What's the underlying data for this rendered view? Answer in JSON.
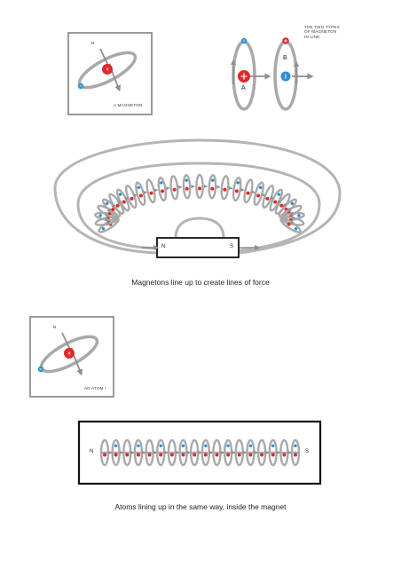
{
  "panel_magneton": {
    "label": "A MAGNETON",
    "axis_letter": "N"
  },
  "panel_types": {
    "note": [
      "THE TWO TYPES",
      "OF MAGNETON",
      "IN LINE"
    ],
    "label_a": "A",
    "label_b": "B"
  },
  "loop_magnet": {
    "north": "N",
    "south": "S",
    "caption": "Magnetons line up to create lines of force"
  },
  "panel_atom": {
    "label": "AN ATOM !",
    "axis_letter": "N"
  },
  "bar_magnet": {
    "north": "N",
    "south": "S",
    "caption": "Atoms lining up in the same way, inside the magnet"
  },
  "colors": {
    "ring": "#a9a9a9",
    "arrow": "#8f8f8f",
    "positive": "#e0282e",
    "negative": "#2b8fd1",
    "frame": "#9a9a9a"
  }
}
